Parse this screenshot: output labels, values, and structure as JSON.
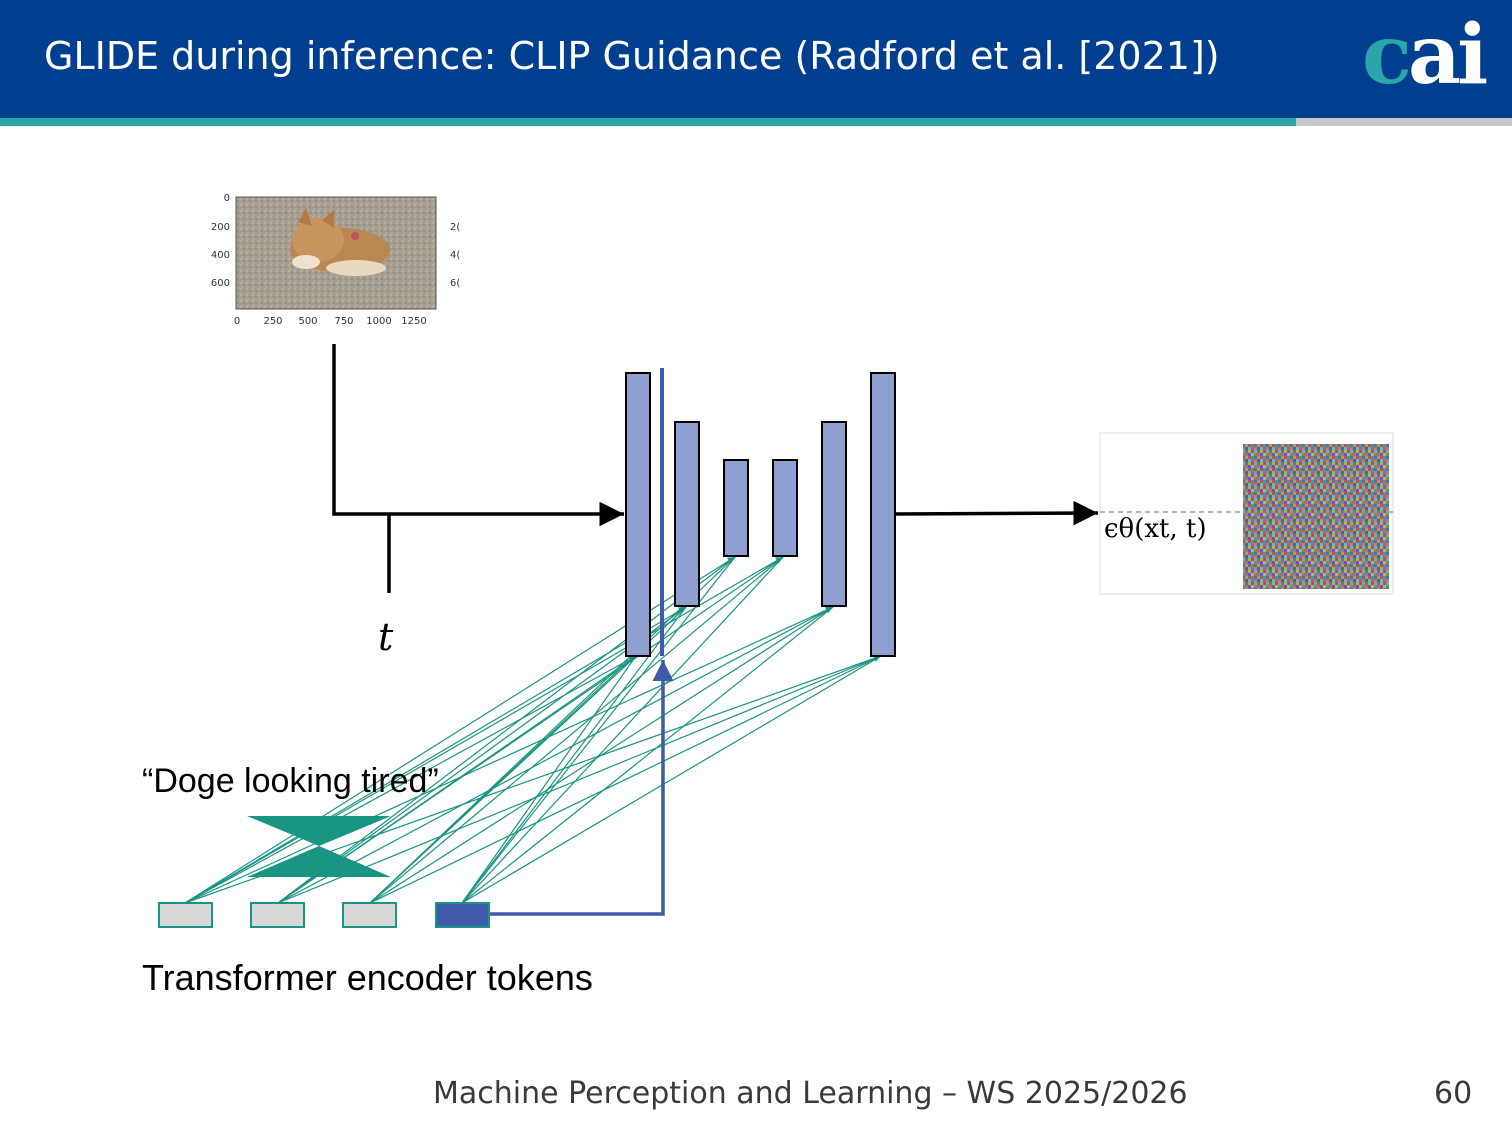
{
  "slide": {
    "title": "GLIDE during inference: CLIP Guidance (Radford et al. [2021])",
    "logo": {
      "part1": "c",
      "part2": "ai"
    },
    "footer": "Machine Perception and Learning – WS 2025/2026",
    "page_number": "60"
  },
  "diagram": {
    "input_image": {
      "y_ticks": [
        "0",
        "200",
        "400",
        "600"
      ],
      "x_ticks": [
        "0",
        "250",
        "500",
        "750",
        "1000",
        "1250"
      ],
      "right_ticks": [
        "2(",
        "4(",
        "6("
      ]
    },
    "timestep_label": "t",
    "output_label": "ϵθ(xt, t)",
    "prompt": "“Doge looking tired”",
    "tokens_label": "Transformer encoder tokens",
    "colors": {
      "unet_block": "#8fa0d0",
      "attention_arrow": "#1a9483",
      "clip_path": "#3f5aa8",
      "token_gray": "#d8d8d8",
      "token_blue": "#3f5aa8"
    }
  }
}
